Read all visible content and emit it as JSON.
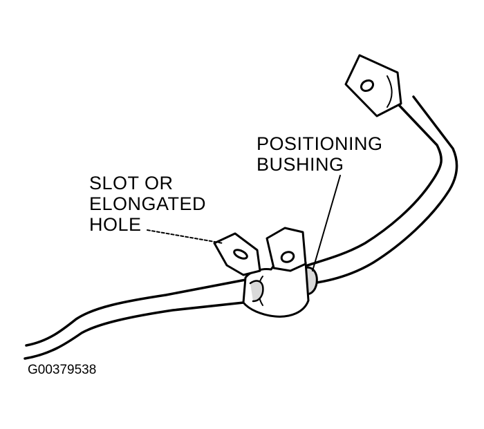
{
  "labels": {
    "positioning_bushing": [
      "POSITIONING",
      "BUSHING"
    ],
    "slot_or_elongated_hole": [
      "SLOT OR",
      "ELONGATED",
      "HOLE"
    ]
  },
  "figure_id": "G00379538",
  "colors": {
    "ink": "#000000",
    "paper": "#ffffff",
    "shade": "#d9d9d9"
  }
}
